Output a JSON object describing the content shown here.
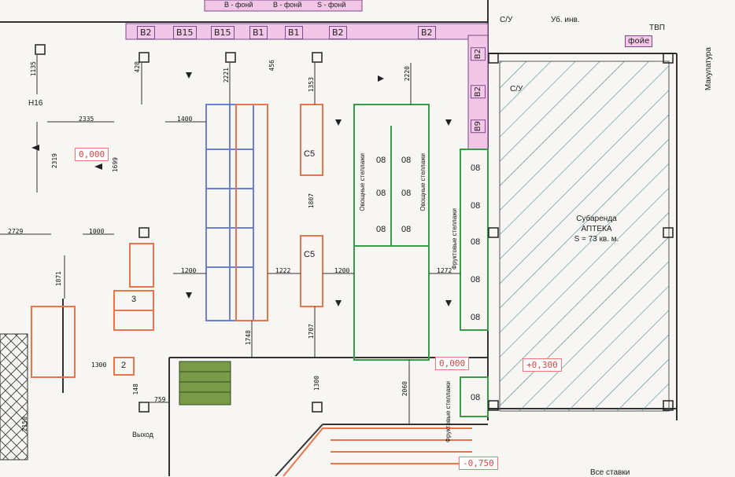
{
  "top_codes": [
    "B2",
    "B15",
    "B15",
    "B1",
    "B1",
    "B2",
    "B2"
  ],
  "top_strip_labels": [
    "B - фонй",
    "B - фонй",
    "S - фонй"
  ],
  "side_codes": [
    "B2",
    "B2",
    "B9"
  ],
  "restroom_labels": [
    "С/У",
    "Уб. инв.",
    "С/У"
  ],
  "tvp_label": "ТВП",
  "foyer_label": "фойе",
  "makulatura_label": "Макулатура",
  "tenant": {
    "line1": "Субаренда",
    "line2": "АПТЕКА",
    "line3": "S = 73 кв. м."
  },
  "level_marks": [
    "0,000",
    "0,000",
    "+0,300",
    "-0,750"
  ],
  "dimensions": [
    "1135",
    "420",
    "2221",
    "456",
    "1353",
    "2220",
    "2335",
    "1400",
    "2319",
    "1699",
    "2729",
    "1000",
    "1871",
    "1200",
    "1222",
    "1200",
    "1272",
    "1807",
    "1748",
    "1707",
    "2060",
    "1300",
    "759",
    "148",
    "1300",
    "2150"
  ],
  "shelf_code_08": "08",
  "shelf_code_c5": "C5",
  "exit_label": "Выход",
  "h16_label": "Н16",
  "shelf_vertical_labels": [
    "Овощные стеллажи",
    "Овощные стеллажи",
    "Фруктовые стеллажи",
    "Фруктовые стеллажи"
  ],
  "numbers": [
    "3",
    "2"
  ],
  "bottom_right_label": "Все ставки"
}
